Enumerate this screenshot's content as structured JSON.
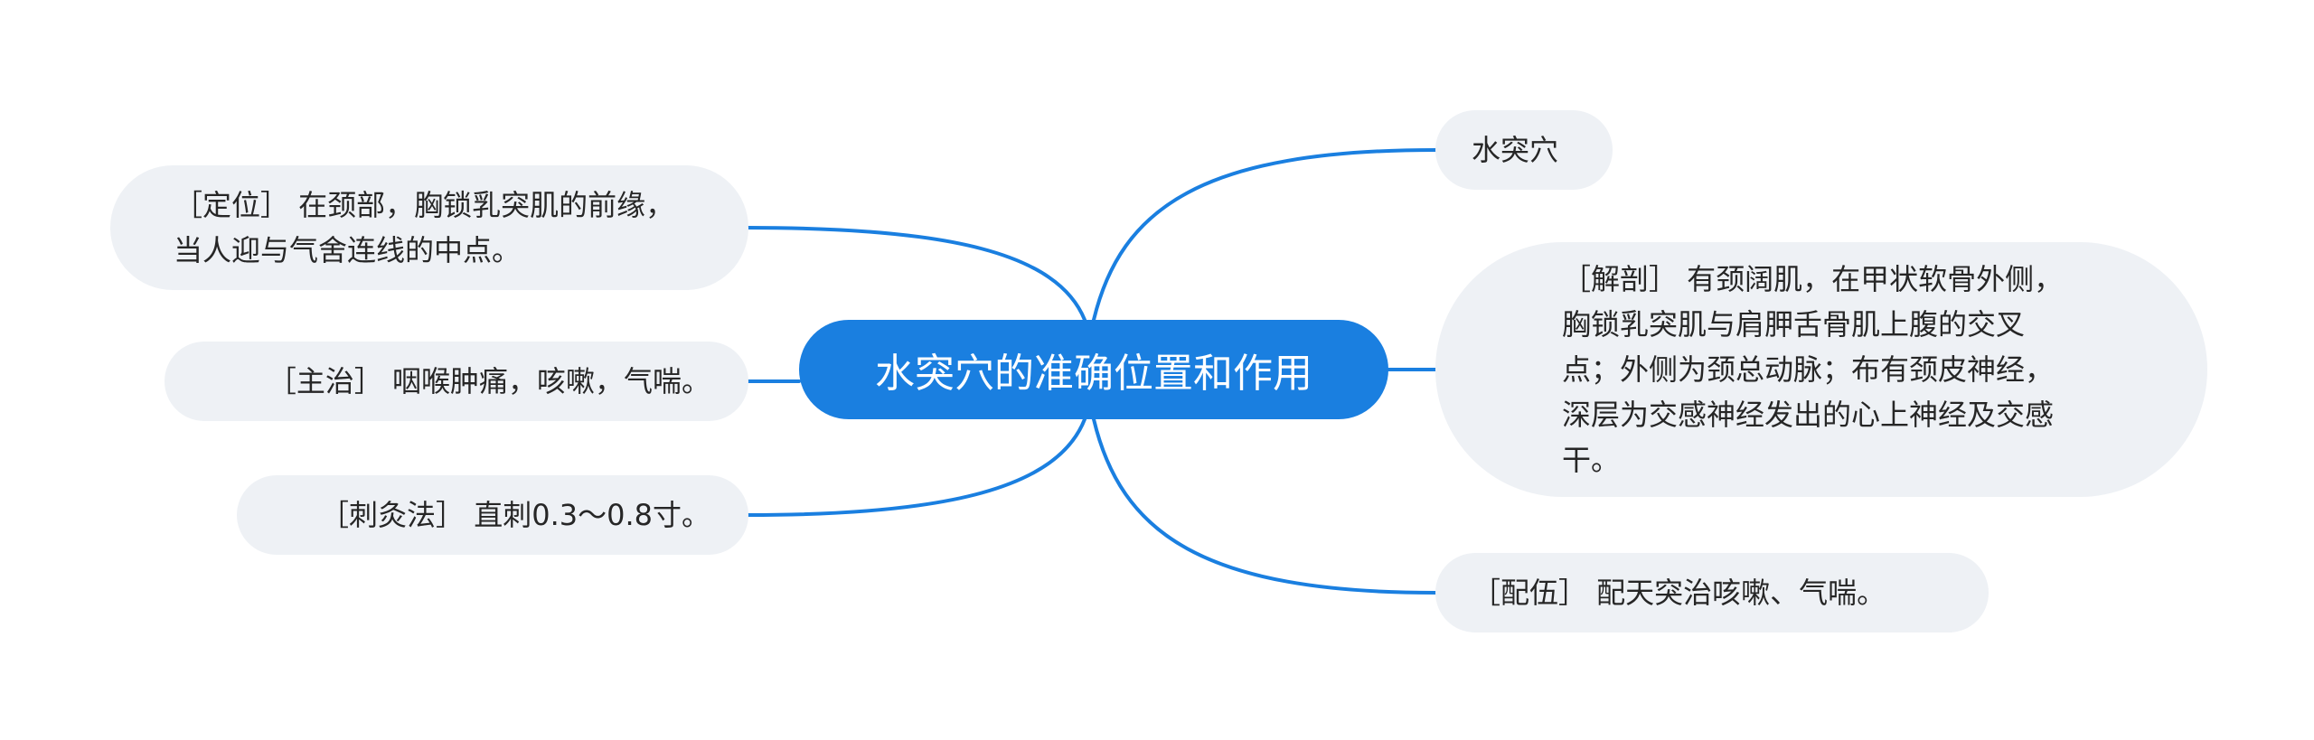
{
  "center": {
    "label": "水突穴的准确位置和作用"
  },
  "right": [
    {
      "label": "水突穴"
    },
    {
      "label": "［解剖］ 有颈阔肌，在甲状软骨外侧，胸锁乳突肌与肩胛舌骨肌上腹的交叉点；外侧为颈总动脉；布有颈皮神经，深层为交感神经发出的心上神经及交感干。"
    },
    {
      "label": "［配伍］ 配天突治咳嗽、气喘。"
    }
  ],
  "left": [
    {
      "label": "［定位］ 在颈部，胸锁乳突肌的前缘，当人迎与气舍连线的中点。"
    },
    {
      "label": "［主治］ 咽喉肿痛，咳嗽，气喘。"
    },
    {
      "label": "［刺灸法］ 直刺0.3～0.8寸。"
    }
  ],
  "colors": {
    "center_fill": "#1a7fe0",
    "line": "#1a7fe0",
    "node_fill": "#eef1f5"
  }
}
